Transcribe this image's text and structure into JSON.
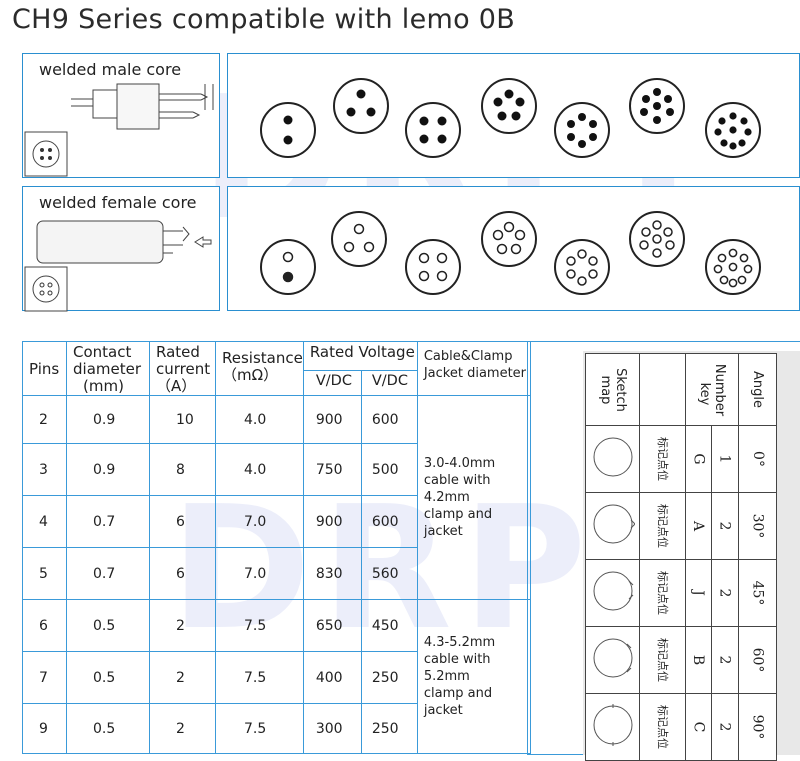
{
  "title": "CH9 Series compatible with lemo 0B",
  "male_panel": {
    "label": "welded male core"
  },
  "female_panel": {
    "label": "welded female core"
  },
  "watermark": "DRPL",
  "table": {
    "headers": {
      "pins": "Pins",
      "contact_diameter": [
        "Contact",
        "diameter",
        "(mm)"
      ],
      "rated_current": [
        "Rated",
        "current",
        "（A）"
      ],
      "resistance": [
        "Resistance",
        "（mΩ）"
      ],
      "rated_voltage": "Rated Voltage",
      "vdc1": "V/DC",
      "vdc2": "V/DC",
      "cable": [
        "Cable&Clamp",
        "Jacket diameter"
      ]
    },
    "rows": [
      {
        "pins": "2",
        "diameter": "0.9",
        "current": "10",
        "resistance": "4.0",
        "v1": "900",
        "v2": "600"
      },
      {
        "pins": "3",
        "diameter": "0.9",
        "current": "8",
        "resistance": "4.0",
        "v1": "750",
        "v2": "500"
      },
      {
        "pins": "4",
        "diameter": "0.7",
        "current": "6",
        "resistance": "7.0",
        "v1": "900",
        "v2": "600"
      },
      {
        "pins": "5",
        "diameter": "0.7",
        "current": "6",
        "resistance": "7.0",
        "v1": "830",
        "v2": "560"
      },
      {
        "pins": "6",
        "diameter": "0.5",
        "current": "2",
        "resistance": "7.5",
        "v1": "650",
        "v2": "450"
      },
      {
        "pins": "7",
        "diameter": "0.5",
        "current": "2",
        "resistance": "7.5",
        "v1": "400",
        "v2": "250"
      },
      {
        "pins": "9",
        "diameter": "0.5",
        "current": "2",
        "resistance": "7.5",
        "v1": "300",
        "v2": "250"
      }
    ],
    "cable_groups": [
      [
        "3.0-4.0mm",
        "cable with",
        "4.2mm",
        "clamp and",
        "jacket"
      ],
      [
        "4.3-5.2mm",
        "cable with",
        "5.2mm",
        "clamp and",
        "jacket"
      ]
    ]
  },
  "key_table": {
    "headers": {
      "sketch": [
        "Sketch",
        "map"
      ],
      "number": "Number",
      "key": "key",
      "angle": "Angle"
    },
    "mark_label": "标记点位",
    "rows": [
      {
        "letter": "G",
        "key": "1",
        "angle": "0°"
      },
      {
        "letter": "A",
        "key": "2",
        "angle": "30°"
      },
      {
        "letter": "J",
        "key": "2",
        "angle": "45°"
      },
      {
        "letter": "B",
        "key": "2",
        "angle": "60°"
      },
      {
        "letter": "C",
        "key": "2",
        "angle": "90°"
      }
    ]
  }
}
